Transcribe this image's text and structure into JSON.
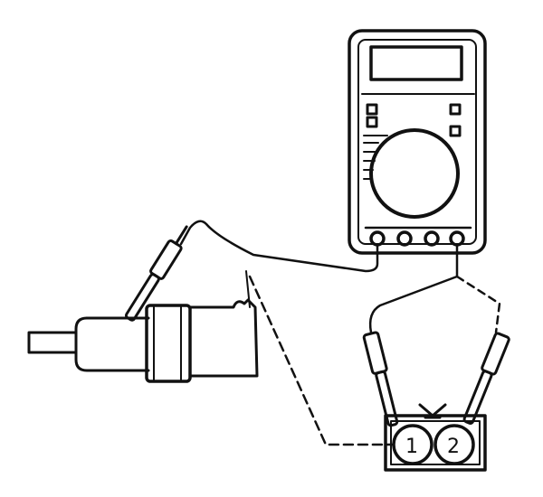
{
  "diagram": {
    "terminal_labels": [
      "1",
      "2"
    ],
    "colors": {
      "ink": "#111111",
      "paper": "#ffffff"
    },
    "components": [
      {
        "name": "multimeter",
        "icon": "multimeter-icon"
      },
      {
        "name": "sensor",
        "icon": "sensor-icon"
      },
      {
        "name": "connector",
        "icon": "connector-icon"
      },
      {
        "name": "probe",
        "icon": "probe-icon"
      }
    ]
  }
}
